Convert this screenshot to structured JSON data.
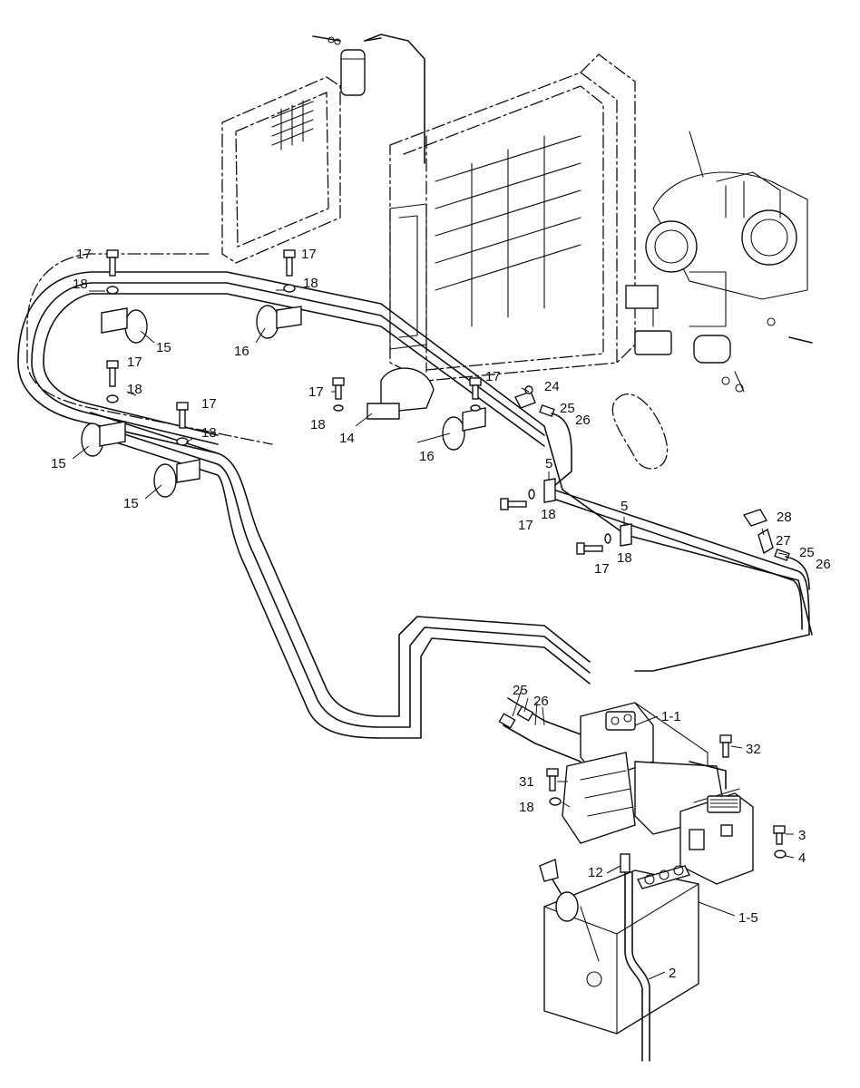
{
  "callouts": [
    {
      "id": "c17a",
      "text": "17"
    },
    {
      "id": "c17b",
      "text": "17"
    },
    {
      "id": "c18a",
      "text": "18"
    },
    {
      "id": "c18b",
      "text": "18"
    },
    {
      "id": "c15a",
      "text": "15"
    },
    {
      "id": "c16a",
      "text": "16"
    },
    {
      "id": "c17c",
      "text": "17"
    },
    {
      "id": "c18c",
      "text": "18"
    },
    {
      "id": "c17d",
      "text": "17"
    },
    {
      "id": "c18d",
      "text": "18"
    },
    {
      "id": "c17e",
      "text": "17"
    },
    {
      "id": "c17f",
      "text": "17"
    },
    {
      "id": "c18e",
      "text": "18"
    },
    {
      "id": "c14",
      "text": "14"
    },
    {
      "id": "c24",
      "text": "24"
    },
    {
      "id": "c25a",
      "text": "25"
    },
    {
      "id": "c26a",
      "text": "26"
    },
    {
      "id": "c16b",
      "text": "16"
    },
    {
      "id": "c15b",
      "text": "15"
    },
    {
      "id": "c15c",
      "text": "15"
    },
    {
      "id": "c5a",
      "text": "5"
    },
    {
      "id": "c17g",
      "text": "17"
    },
    {
      "id": "c18f",
      "text": "18"
    },
    {
      "id": "c5b",
      "text": "5"
    },
    {
      "id": "c17h",
      "text": "17"
    },
    {
      "id": "c18g",
      "text": "18"
    },
    {
      "id": "c28",
      "text": "28"
    },
    {
      "id": "c27",
      "text": "27"
    },
    {
      "id": "c25b",
      "text": "25"
    },
    {
      "id": "c26b",
      "text": "26"
    },
    {
      "id": "c25c",
      "text": "25"
    },
    {
      "id": "c26c",
      "text": "26"
    },
    {
      "id": "c1-1",
      "text": "1-1"
    },
    {
      "id": "c32",
      "text": "32"
    },
    {
      "id": "c31",
      "text": "31"
    },
    {
      "id": "c18h",
      "text": "18"
    },
    {
      "id": "c3",
      "text": "3"
    },
    {
      "id": "c4",
      "text": "4"
    },
    {
      "id": "c12",
      "text": "12"
    },
    {
      "id": "c1-5",
      "text": "1-5"
    },
    {
      "id": "c2",
      "text": "2"
    }
  ]
}
